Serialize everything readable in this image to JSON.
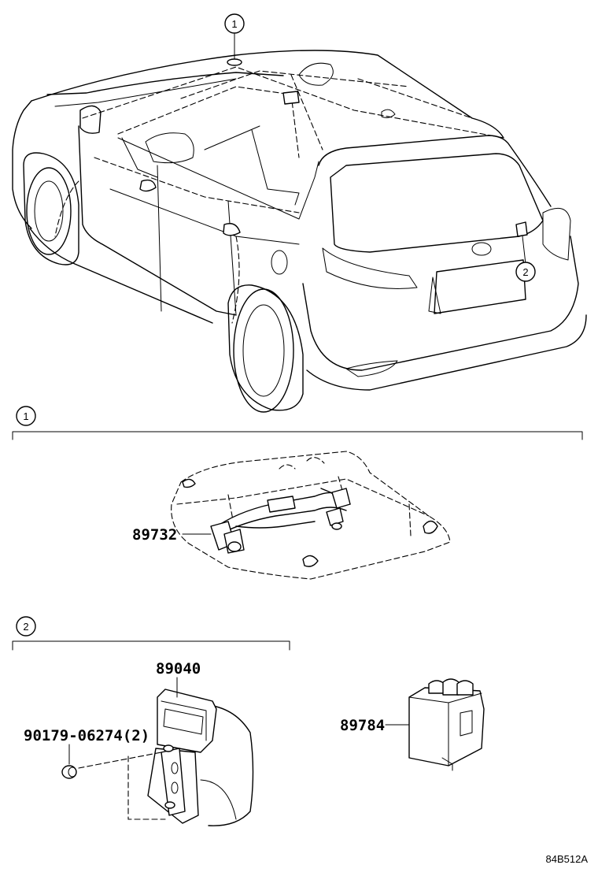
{
  "callouts": {
    "c1_top": "1",
    "c2_top": "2",
    "c1_section": "1",
    "c2_section": "2"
  },
  "parts": {
    "p89732": "89732",
    "p89040": "89040",
    "p90179": "90179-06274(2)",
    "p89784": "89784"
  },
  "illustration_code": "84B512A"
}
